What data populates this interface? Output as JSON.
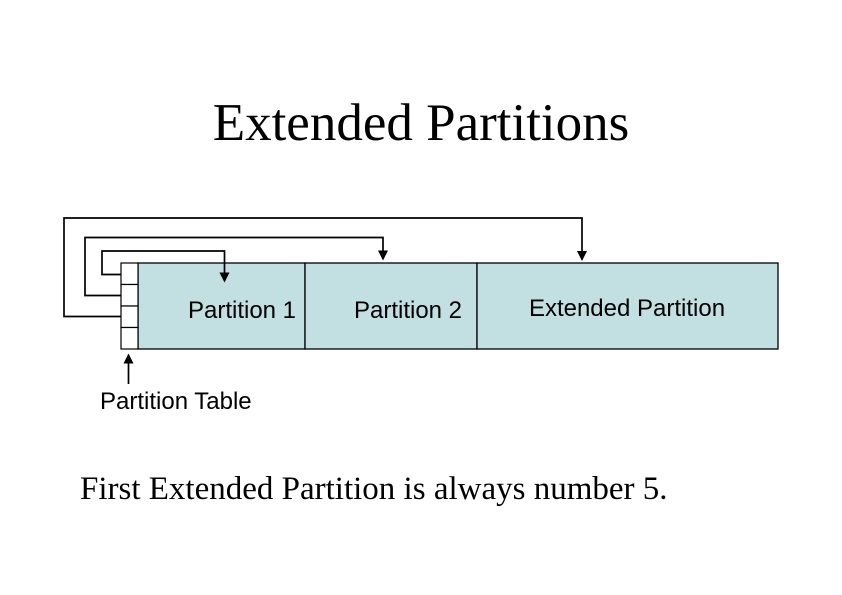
{
  "slide": {
    "title": "Extended Partitions",
    "note": "First Extended Partition is always number 5."
  },
  "diagram": {
    "segments": [
      {
        "label": "Partition 1"
      },
      {
        "label": "Partition 2"
      },
      {
        "label": "Extended Partition"
      }
    ],
    "partition_table": {
      "label": "Partition Table",
      "cell_count": "4"
    }
  },
  "colors": {
    "partition_fill": "#c2dfe1",
    "table_cell_fill": "#ffffff",
    "line": "#000000",
    "background": "#ffffff"
  }
}
